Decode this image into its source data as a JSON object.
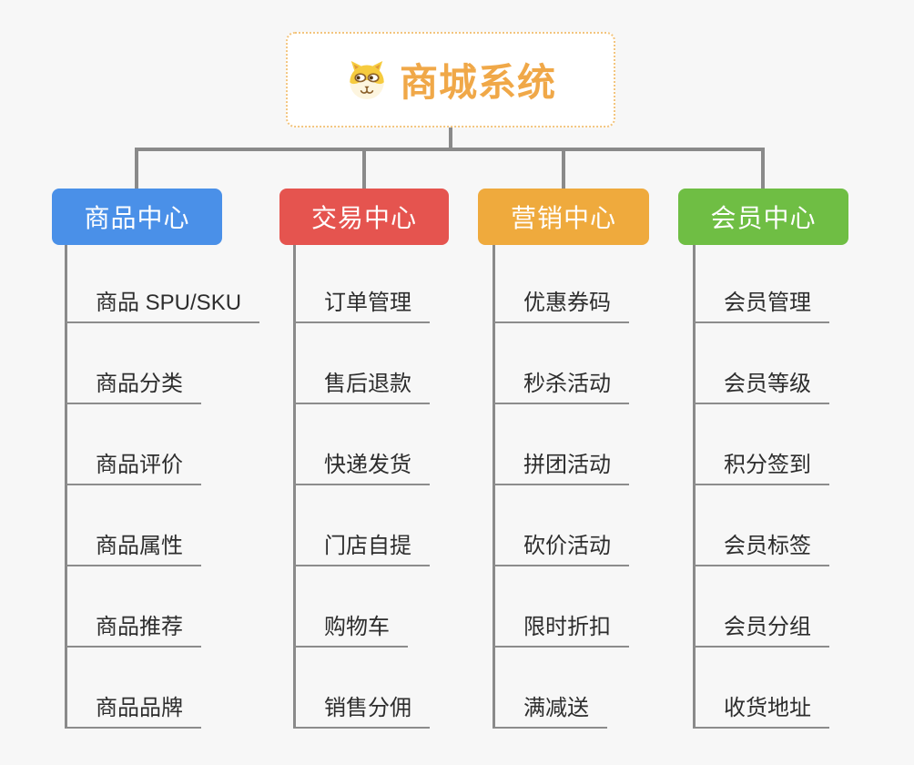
{
  "app": {
    "type": "mindmap-org-chart",
    "background_color": "#F7F7F7",
    "connector_color": "#8A8A8A"
  },
  "root": {
    "title": "商城系统",
    "icon": "dog-face-icon",
    "text_color": "#F0A848",
    "border_color": "#F3C57E",
    "fill_color": "#FFFFFF"
  },
  "branches": [
    {
      "label": "商品中心",
      "color": "#4A90E8",
      "items": [
        "商品 SPU/SKU",
        "商品分类",
        "商品评价",
        "商品属性",
        "商品推荐",
        "商品品牌"
      ]
    },
    {
      "label": "交易中心",
      "color": "#E5544F",
      "items": [
        "订单管理",
        "售后退款",
        "快递发货",
        "门店自提",
        "购物车",
        "销售分佣"
      ]
    },
    {
      "label": "营销中心",
      "color": "#EFAA3D",
      "items": [
        "优惠券码",
        "秒杀活动",
        "拼团活动",
        "砍价活动",
        "限时折扣",
        "满减送"
      ]
    },
    {
      "label": "会员中心",
      "color": "#6FBE44",
      "items": [
        "会员管理",
        "会员等级",
        "积分签到",
        "会员标签",
        "会员分组",
        "收货地址"
      ]
    }
  ]
}
